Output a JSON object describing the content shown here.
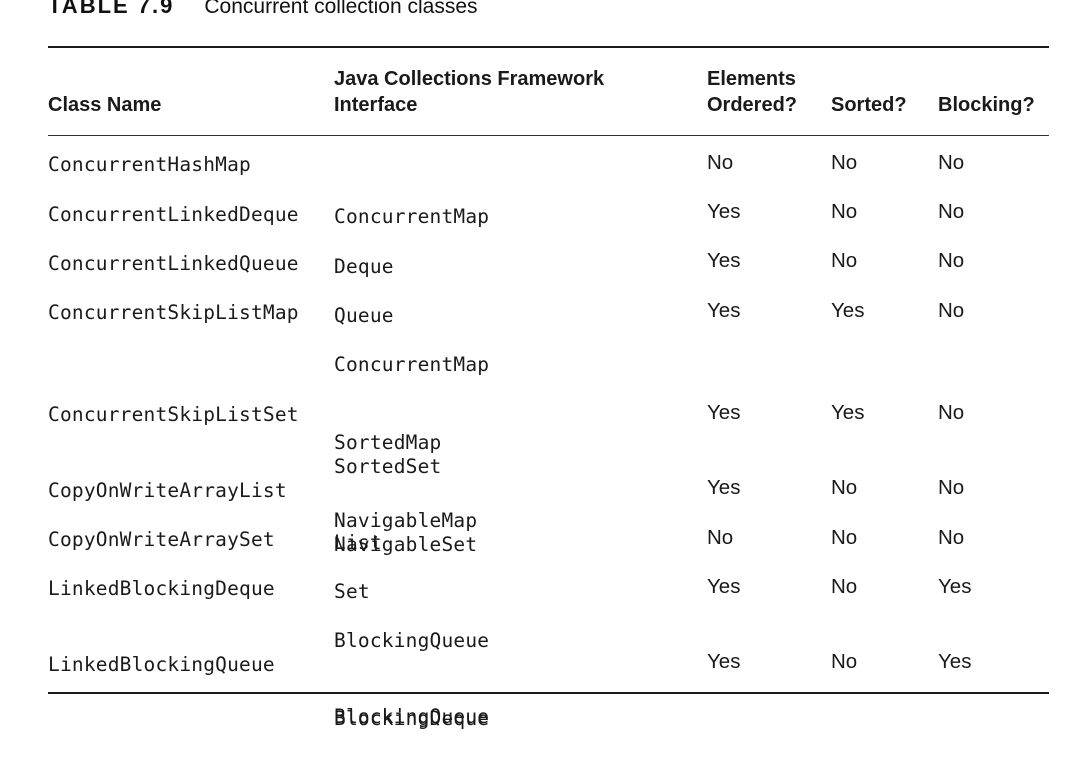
{
  "caption": {
    "label": "TABLE 7.9",
    "title": "Concurrent collection classes"
  },
  "columns": {
    "class_name": "Class Name",
    "interface_line1": "Java Collections Framework",
    "interface_line2": "Interface",
    "ordered_line1": "Elements",
    "ordered_line2": "Ordered?",
    "sorted": "Sorted?",
    "blocking": "Blocking?"
  },
  "rows": [
    {
      "class_name": "ConcurrentHashMap",
      "interfaces": [
        "ConcurrentMap"
      ],
      "ordered": "No",
      "sorted": "No",
      "blocking": "No"
    },
    {
      "class_name": "ConcurrentLinkedDeque",
      "interfaces": [
        "Deque"
      ],
      "ordered": "Yes",
      "sorted": "No",
      "blocking": "No"
    },
    {
      "class_name": "ConcurrentLinkedQueue",
      "interfaces": [
        "Queue"
      ],
      "ordered": "Yes",
      "sorted": "No",
      "blocking": "No"
    },
    {
      "class_name": "ConcurrentSkipListMap",
      "interfaces": [
        "ConcurrentMap",
        "SortedMap",
        "NavigableMap"
      ],
      "ordered": "Yes",
      "sorted": "Yes",
      "blocking": "No"
    },
    {
      "class_name": "ConcurrentSkipListSet",
      "interfaces": [
        "SortedSet",
        "NavigableSet"
      ],
      "ordered": "Yes",
      "sorted": "Yes",
      "blocking": "No"
    },
    {
      "class_name": "CopyOnWriteArrayList",
      "interfaces": [
        "List"
      ],
      "ordered": "Yes",
      "sorted": "No",
      "blocking": "No"
    },
    {
      "class_name": "CopyOnWriteArraySet",
      "interfaces": [
        "Set"
      ],
      "ordered": "No",
      "sorted": "No",
      "blocking": "No"
    },
    {
      "class_name": "LinkedBlockingDeque",
      "interfaces": [
        "BlockingQueue",
        "BlockingDeque"
      ],
      "ordered": "Yes",
      "sorted": "No",
      "blocking": "Yes"
    },
    {
      "class_name": "LinkedBlockingQueue",
      "interfaces": [
        "BlockingQueue"
      ],
      "ordered": "Yes",
      "sorted": "No",
      "blocking": "Yes"
    }
  ]
}
